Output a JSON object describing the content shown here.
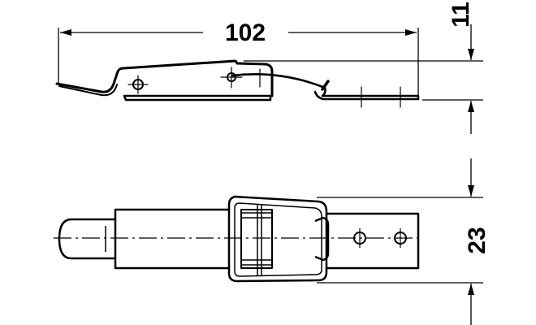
{
  "drawing": {
    "dimensions": {
      "length": "102",
      "height": "11",
      "width": "23"
    },
    "line_color": "#000000",
    "background": "#ffffff"
  }
}
